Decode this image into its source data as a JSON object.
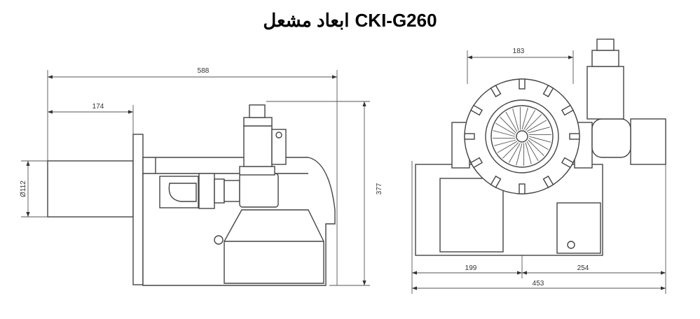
{
  "title": {
    "model": "CKI-G260",
    "arabic": "ابعاد مشعل"
  },
  "side_view": {
    "dimensions": {
      "overall_length": "588",
      "tube_length": "174",
      "tube_diameter": "Ø112",
      "height": "377"
    }
  },
  "front_view": {
    "dimensions": {
      "housing_width": "183",
      "left_offset": "199",
      "right_offset": "254",
      "overall_width": "453"
    }
  },
  "colors": {
    "line": "#444444",
    "background": "#ffffff"
  }
}
